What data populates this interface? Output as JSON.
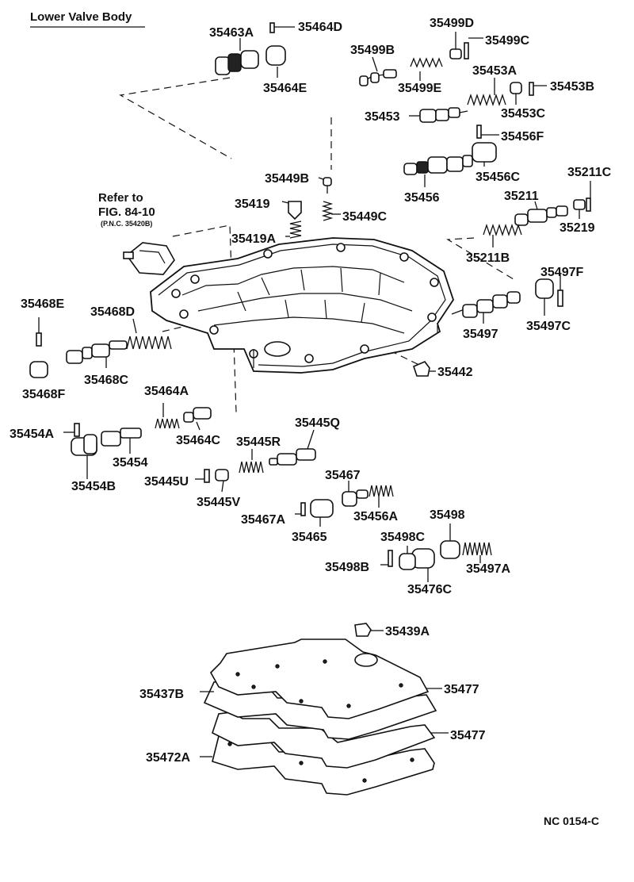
{
  "title": "Lower Valve Body",
  "reference": {
    "line1": "Refer to",
    "line2": "FIG. 84-10",
    "line3": "(P.N.C. 35420B)"
  },
  "diagram_code": "NC 0154-C",
  "labels": {
    "p35463A": "35463A",
    "p35464D": "35464D",
    "p35464E": "35464E",
    "p35499D": "35499D",
    "p35499C": "35499C",
    "p35499B": "35499B",
    "p35499E": "35499E",
    "p35453A": "35453A",
    "p35453B": "35453B",
    "p35453": "35453",
    "p35453C": "35453C",
    "p35456F": "35456F",
    "p35449B": "35449B",
    "p35456C": "35456C",
    "p35211C": "35211C",
    "p35419": "35419",
    "p35456": "35456",
    "p35211": "35211",
    "p35449C": "35449C",
    "p35219": "35219",
    "p35419A": "35419A",
    "p35211B": "35211B",
    "p35497F": "35497F",
    "p35468E": "35468E",
    "p35468D": "35468D",
    "p35497": "35497",
    "p35497C": "35497C",
    "p35442": "35442",
    "p35468C": "35468C",
    "p35468F": "35468F",
    "p35464A": "35464A",
    "p35445Q": "35445Q",
    "p35454A": "35454A",
    "p35464C": "35464C",
    "p35445R": "35445R",
    "p35454": "35454",
    "p35454B": "35454B",
    "p35445U": "35445U",
    "p35467": "35467",
    "p35445V": "35445V",
    "p35498": "35498",
    "p35467A": "35467A",
    "p35456A": "35456A",
    "p35465": "35465",
    "p35498C": "35498C",
    "p35498B": "35498B",
    "p35497A": "35497A",
    "p35476C": "35476C",
    "p35439A": "35439A",
    "p35477a": "35477",
    "p35437B": "35437B",
    "p35477b": "35477",
    "p35472A": "35472A"
  }
}
